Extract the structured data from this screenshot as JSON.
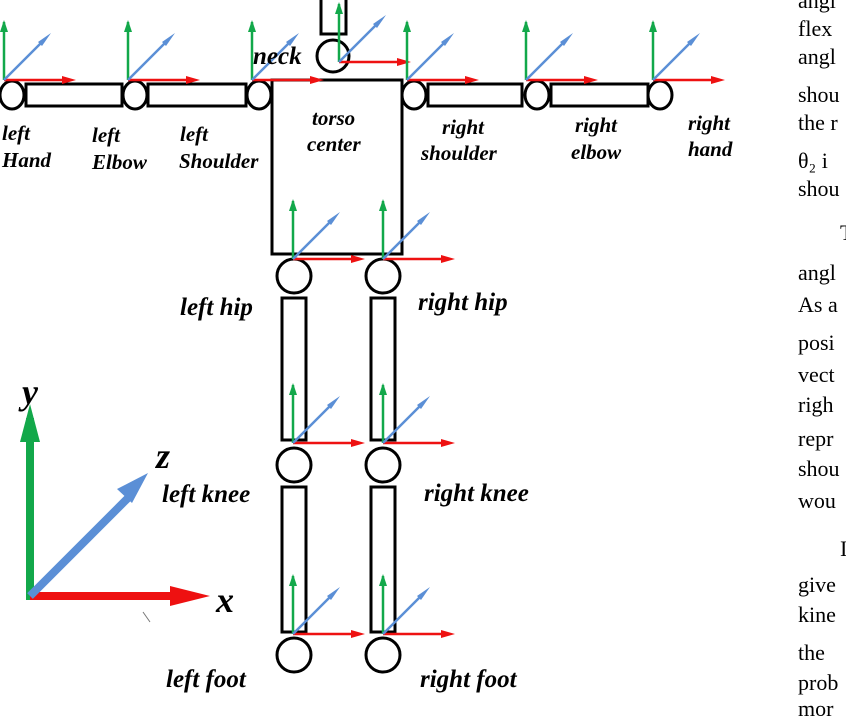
{
  "joints": {
    "neck": "neck",
    "left_hand": [
      "left",
      "Hand"
    ],
    "left_elbow": [
      "left",
      "Elbow"
    ],
    "left_shoulder": [
      "left",
      "Shoulder"
    ],
    "torso_center": [
      "torso",
      "center"
    ],
    "right_shoulder": [
      "right",
      "shoulder"
    ],
    "right_elbow": [
      "right",
      "elbow"
    ],
    "right_hand": [
      "right",
      "hand"
    ],
    "left_hip": "left hip",
    "right_hip": "right hip",
    "left_knee": "left knee",
    "right_knee": "right knee",
    "left_foot": "left foot",
    "right_foot": "right foot"
  },
  "axes_legend": {
    "x": "x",
    "y": "y",
    "z": "z"
  },
  "colors": {
    "x_axis": "#ee1111",
    "y_axis": "#12a84a",
    "z_axis": "#5b8fd6",
    "outline": "#000000"
  },
  "side_text_fragments": [
    "angl",
    "flex",
    "angl",
    "shou",
    "the r",
    "θ₂ i",
    "shou",
    "T",
    "angl",
    "As a",
    "posi",
    "vect",
    "righ",
    "repr",
    "shou",
    "wou",
    "I",
    "give",
    "kine",
    "the",
    "prob",
    "mor"
  ]
}
